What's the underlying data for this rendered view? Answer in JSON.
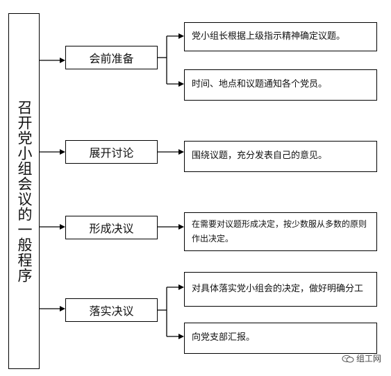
{
  "title": "召开党小组会议的一般程序",
  "stages": [
    {
      "label": "会前准备",
      "details": [
        "党小组长根据上级指示精神确定议题。",
        "时间、地点和议题通知各个党员。"
      ]
    },
    {
      "label": "展开讨论",
      "details": [
        "围绕议题，充分发表自己的意见。"
      ]
    },
    {
      "label": "形成决议",
      "details": [
        "在需要对议题形成决定，按少数服从多数的原则作出决定。"
      ]
    },
    {
      "label": "落实决议",
      "details": [
        "对具体落实党小组会的决定，做好明确分工",
        "向党支部汇报。"
      ]
    }
  ],
  "watermark": {
    "icon": "wechat-icon",
    "text": "组工网"
  }
}
